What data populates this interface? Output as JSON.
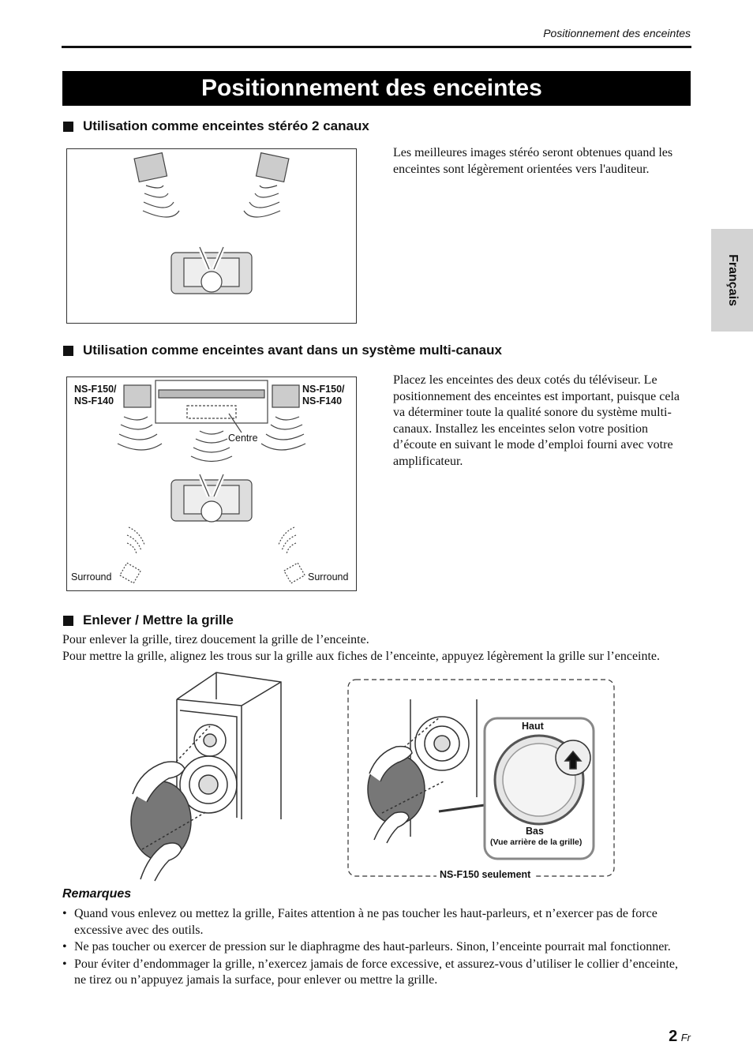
{
  "running_head": "Positionnement des enceintes",
  "title": "Positionnement des enceintes",
  "side_tab": "Français",
  "section1": {
    "heading": "Utilisation comme enceintes stéréo 2 canaux",
    "text": "Les meilleures images stéréo seront obtenues quand les enceintes sont légèrement orientées vers l'auditeur."
  },
  "section2": {
    "heading": "Utilisation comme enceintes avant dans un système multi-canaux",
    "text": "Placez les enceintes des deux cotés du téléviseur.  Le positionnement des enceintes est important, puisque cela va déterminer toute la qualité sonore du système multi-canaux. Installez les enceintes selon votre position d’écoute en suivant le mode d’emploi fourni avec votre amplificateur.",
    "labels": {
      "front_left": "NS-F150/\nNS-F140",
      "front_right": "NS-F150/\nNS-F140",
      "center": "Centre",
      "surround_left": "Surround",
      "surround_right": "Surround"
    }
  },
  "section3": {
    "heading": "Enlever / Mettre la grille",
    "line1": "Pour enlever la  grille, tirez doucement la grille de l’enceinte.",
    "line2": "Pour mettre la grille, alignez les trous sur la grille aux fiches de l’enceinte, appuyez légèrement la grille sur l’enceinte.",
    "labels": {
      "top": "Haut",
      "bottom": "Bas",
      "rear_view": "(Vue arrière de la grille)",
      "model_only": "NS-F150 seulement"
    }
  },
  "notes": {
    "title": "Remarques",
    "items": [
      "Quand vous enlevez ou  mettez la grille, Faites attention à ne pas toucher les haut-parleurs, et n’exercer pas de force excessive avec des outils.",
      "Ne pas toucher ou exercer de pression sur le diaphragme des haut-parleurs.  Sinon, l’enceinte pourrait mal fonctionner.",
      "Pour éviter d’endommager la grille, n’exercez jamais de force excessive, et assurez-vous d’utiliser le collier d’enceinte, ne tirez ou n’appuyez jamais la surface, pour enlever ou mettre la grille."
    ]
  },
  "page": {
    "number": "2",
    "lang": "Fr"
  }
}
